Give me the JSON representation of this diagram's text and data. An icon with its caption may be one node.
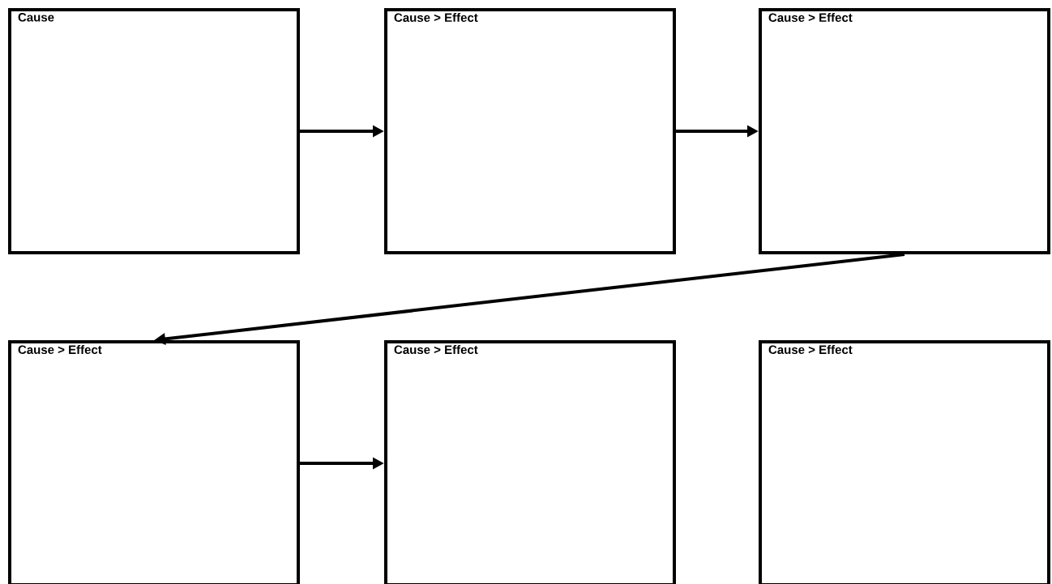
{
  "diagram": {
    "nodes": [
      {
        "text": [
          "Cause"
        ]
      },
      {
        "text": [
          "Cause > Effect"
        ]
      },
      {
        "text": [
          "Cause > Effect"
        ]
      },
      {
        "text": [
          "Cause > Effect"
        ]
      },
      {
        "text": [
          "Cause > Effect"
        ]
      },
      {
        "text": [
          "Cause > Effect"
        ]
      }
    ],
    "edges": [
      {
        "from": 0,
        "to": 1,
        "arrow": "to"
      },
      {
        "from": 1,
        "to": 2,
        "arrow": "to"
      },
      {
        "from": 2,
        "to": 3,
        "arrow": "to"
      },
      {
        "from": 3,
        "to": 4,
        "arrow": "to"
      }
    ]
  }
}
